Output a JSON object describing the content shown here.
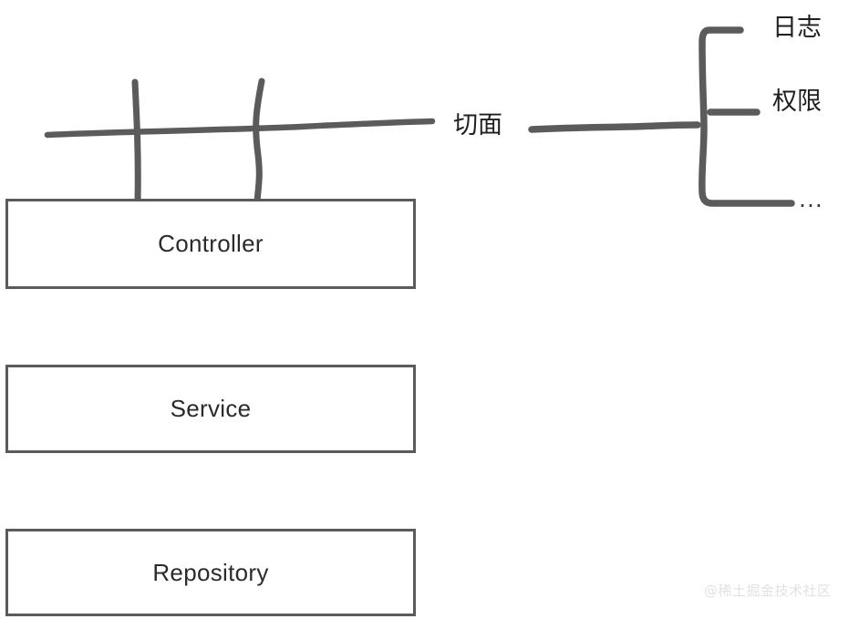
{
  "diagram": {
    "title": "AOP layered architecture sketch",
    "background_color": "#ffffff",
    "stroke_color": "#5b5b5b",
    "text_color": "#2b2b2b"
  },
  "layers": [
    {
      "id": "controller",
      "label": "Controller"
    },
    {
      "id": "service",
      "label": "Service"
    },
    {
      "id": "repository",
      "label": "Repository"
    }
  ],
  "aspect": {
    "label": "切面",
    "branches": [
      {
        "id": "logging",
        "label": "日志"
      },
      {
        "id": "auth",
        "label": "权限"
      },
      {
        "id": "more",
        "label": "..."
      }
    ]
  },
  "watermark": {
    "text": "@稀土掘金技术社区"
  }
}
